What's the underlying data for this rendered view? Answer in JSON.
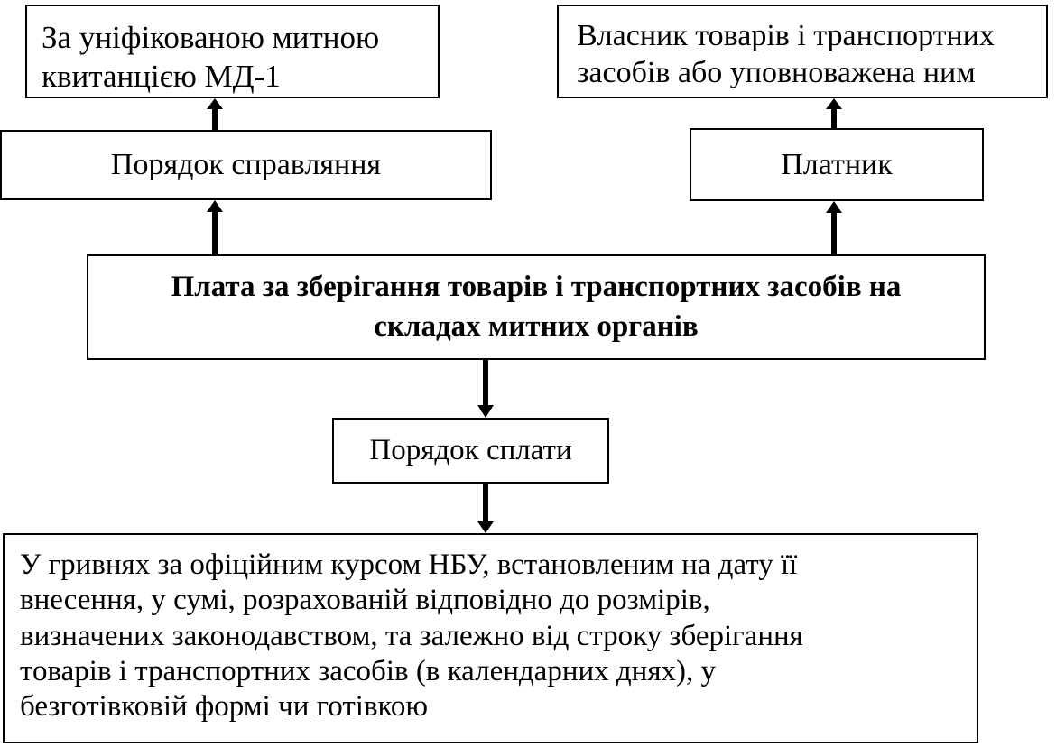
{
  "diagram": {
    "central_node": {
      "line1": "Плата за зберігання товарів і транспортних засобів на",
      "line2": "складах митних органів"
    },
    "procedure_node": {
      "label": "Порядок справляння"
    },
    "method_node": {
      "line1": "За уніфікованою митною",
      "line2": "квитанцією МД-1"
    },
    "payer_node": {
      "label": "Платник"
    },
    "payer_details_node": {
      "line1": "Власник товарів і транспортних",
      "line2": "засобів або уповноважена ним"
    },
    "payment_order_node": {
      "label": "Порядок сплати"
    },
    "payment_details_node": {
      "lines": [
        "У гривнях за офіційним курсом НБУ, встановленим на дату її",
        "внесення, у сумі, розрахованій відповідно до розмірів,",
        "визначених законодавством, та залежно від строку зберігання",
        "товарів і транспортних засобів (в календарних днях), у",
        "безготівковій формі чи готівкою"
      ]
    },
    "colors": {
      "stroke": "#000000",
      "background": "#ffffff"
    }
  }
}
